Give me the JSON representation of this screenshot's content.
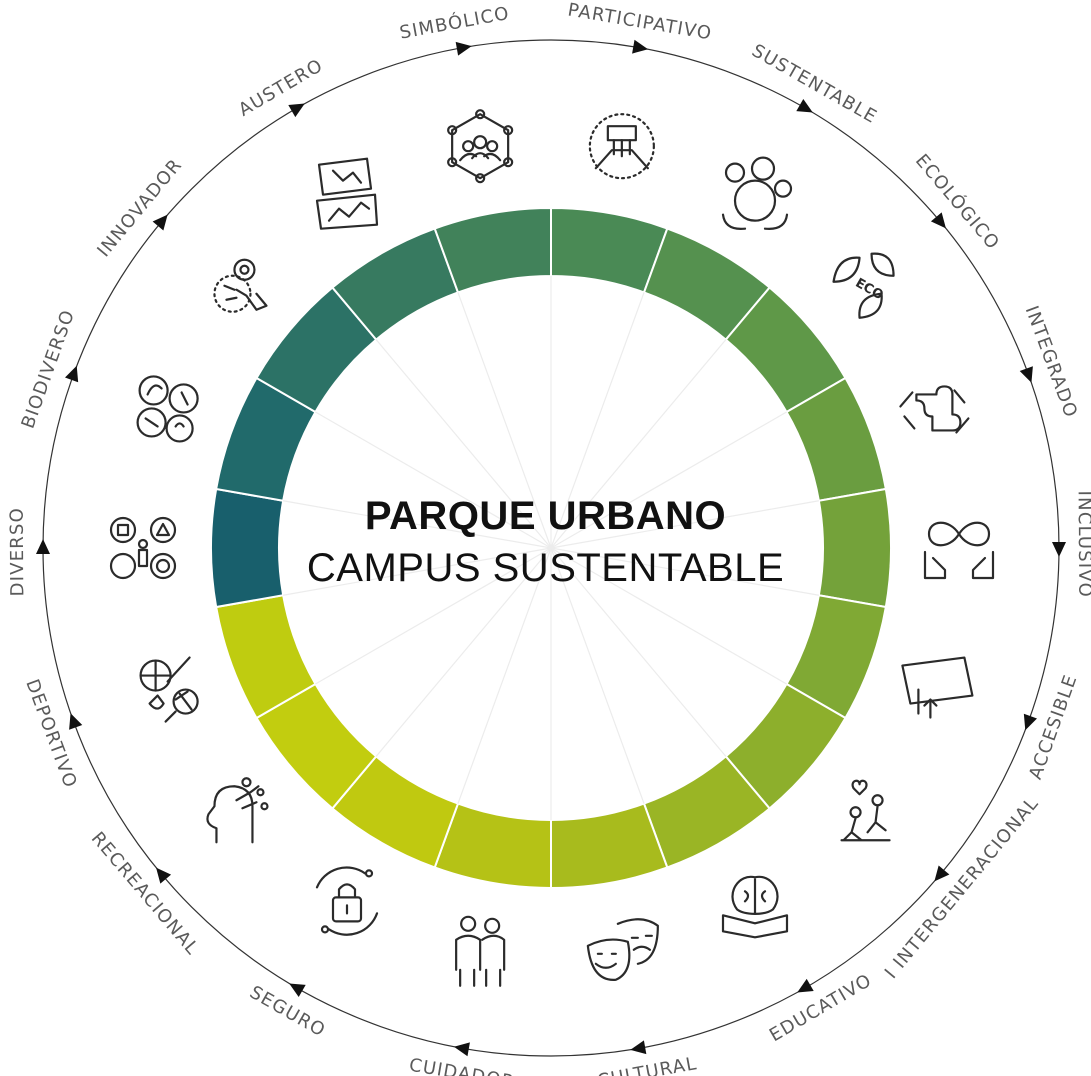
{
  "title": {
    "main": "PARQUE URBANO",
    "sub": "CAMPUS SUSTENTABLE"
  },
  "colors": {
    "ring_gradient": [
      "#4a8a56",
      "#5d9a46",
      "#6d9f3b",
      "#7aa835",
      "#8db02a",
      "#a0b71d",
      "#b3c114",
      "#bcc80f",
      "#c3cf0c",
      "#185f6c",
      "#1f6a6c",
      "#2a7268",
      "#35795f",
      "#3f8058"
    ],
    "outer_circle": "#333333",
    "label_text": "#5a5a5a",
    "icon_stroke": "#2b2b2b"
  },
  "attributes": [
    {
      "label": "PARTICIPATIVO",
      "icon": "hands-together-icon"
    },
    {
      "label": "SUSTENTABLE",
      "icon": "earth-trees-icon"
    },
    {
      "label": "ECOLÓGICO",
      "icon": "eco-leaves-icon"
    },
    {
      "label": "INTEGRADO",
      "icon": "puzzle-hands-icon"
    },
    {
      "label": "INCLUSIVO",
      "icon": "infinity-hands-icon"
    },
    {
      "label": "ACCESIBLE",
      "icon": "screen-pointer-icon"
    },
    {
      "label": "I INTERGENERACIONAL",
      "icon": "people-climbing-icon"
    },
    {
      "label": "EDUCATIVO",
      "icon": "book-brain-icon"
    },
    {
      "label": "CULTURAL",
      "icon": "theater-masks-icon"
    },
    {
      "label": "CUIDADOR",
      "icon": "elderly-couple-icon"
    },
    {
      "label": "SEGURO",
      "icon": "padlock-icon"
    },
    {
      "label": "RECREACIONAL",
      "icon": "head-ideas-icon"
    },
    {
      "label": "DEPORTIVO",
      "icon": "sports-balls-icon"
    },
    {
      "label": "DIVERSO",
      "icon": "shapes-person-icon"
    },
    {
      "label": "BIODIVERSO",
      "icon": "biodiversity-circles-icon"
    },
    {
      "label": "INNOVADOR",
      "icon": "gear-lightbulb-icon"
    },
    {
      "label": "AUSTERO",
      "icon": "tablet-chart-icon"
    },
    {
      "label": "SIMBÓLICO",
      "icon": "network-people-icon"
    }
  ]
}
